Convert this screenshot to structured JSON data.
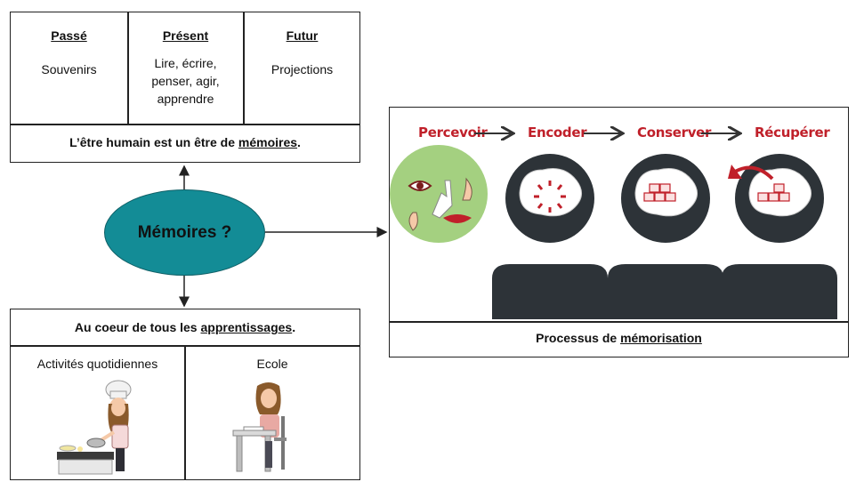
{
  "time_table": {
    "columns": [
      {
        "heading": "Passé",
        "text": "Souvenirs"
      },
      {
        "heading": "Présent",
        "text": "Lire, écrire,\npenser, agir,\napprendre"
      },
      {
        "heading": "Futur",
        "text": "Projections"
      }
    ],
    "caption_prefix": "L’être humain est un être de ",
    "caption_keyword": "mémoires",
    "caption_suffix": "."
  },
  "center": {
    "label": "Mémoires ?",
    "color": "#138c96"
  },
  "learning": {
    "caption_prefix": "Au coeur de tous les ",
    "caption_keyword": "apprentissages",
    "caption_suffix": ".",
    "left_label": "Activités quotidiennes",
    "right_label": "Ecole"
  },
  "process": {
    "steps": [
      "Percevoir",
      "Encoder",
      "Conserver",
      "Récupérer"
    ],
    "caption_prefix": "Processus de ",
    "caption_keyword": "mémorisation",
    "accent": "#c0202a",
    "head_color": "#2d3338"
  }
}
